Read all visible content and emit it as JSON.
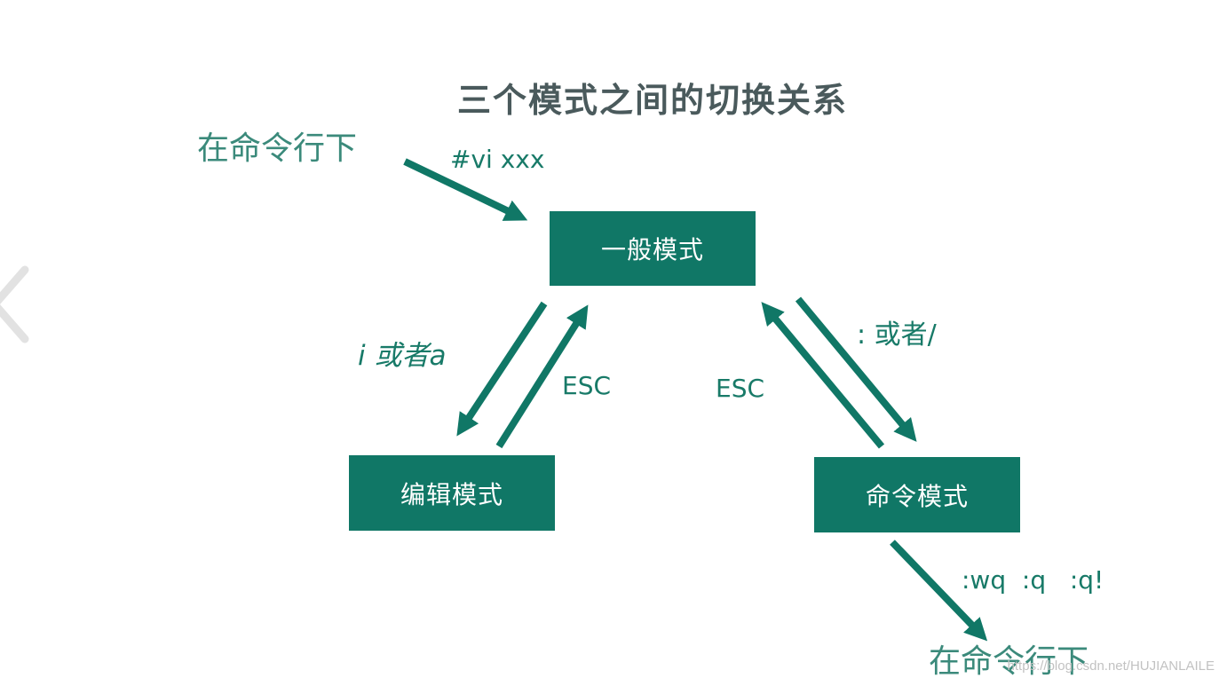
{
  "title": "三个模式之间的切换关系",
  "nodes": {
    "normal": "一般模式",
    "edit": "编辑模式",
    "command": "命令模式",
    "shell_in": "在命令行下",
    "shell_out": "在命令行下"
  },
  "edges": {
    "open_file": "#vi xxx",
    "to_edit": "i 或者a",
    "edit_to_normal": "ESC",
    "command_to_normal": "ESC",
    "to_command": ": 或者/",
    "quit": ":wq  :q   :q!"
  },
  "watermark": "https://blog.csdn.net/HUJIANLAILE",
  "colors": {
    "box_fill": "#107766",
    "arrow": "#107766",
    "label": "#187a68",
    "title": "#4a5a5c"
  },
  "icons": {
    "back": "chevron-left-icon"
  }
}
